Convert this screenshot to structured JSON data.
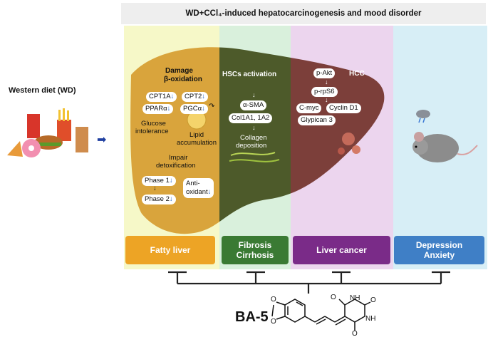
{
  "title": "WD+CCl₄-induced hepatocarcinogenesis and mood disorder",
  "western_diet": {
    "label": "Western diet (WD)"
  },
  "fatty": {
    "damage": "Damage",
    "beta": "β-oxidation",
    "cpt1a": "CPT1A",
    "cpt2": "CPT2",
    "ppara": "PPARα",
    "pgca": "PGCα",
    "glucose1": "Glucose",
    "glucose2": "intolerance",
    "lipid1": "Lipid",
    "lipid2": "accumulation",
    "impair1": "Impair",
    "impair2": "detoxification",
    "phase1": "Phase 1",
    "phase2": "Phase 2",
    "anti1": "Anti-",
    "anti2": "oxidant",
    "down_glyph": "↓"
  },
  "fibrosis": {
    "hsc": "HSCs activation",
    "asma": "α-SMA",
    "col": "Col1A1, 1A2",
    "collagen1": "Collagen",
    "collagen2": "deposition"
  },
  "cancer": {
    "pakt": "p-Akt",
    "hcc": "HCC",
    "prps6": "p-rpS6",
    "cmyc": "C-myc",
    "cyclin": "Cyclin D1",
    "glypican": "Glypican 3"
  },
  "stages": {
    "fatty_liver": "Fatty liver",
    "fibrosis_1": "Fibrosis",
    "fibrosis_2": "Cirrhosis",
    "liver_cancer": "Liver cancer",
    "depression_1": "Depression",
    "depression_2": "Anxiety"
  },
  "compound": {
    "name": "BA-5",
    "nh1": "NH",
    "nh2": "NH",
    "o1": "O",
    "o2": "O",
    "o3": "O",
    "o4": "O",
    "o5": "O"
  },
  "colors": {
    "fatty": "#eda425",
    "fibrosis": "#3a7a33",
    "cancer": "#7a2b88",
    "depression": "#3f7fc6",
    "liver_fat": "#d9a43c",
    "liver_fib": "#4d5a2a",
    "liver_cancer": "#7c3f3a"
  }
}
